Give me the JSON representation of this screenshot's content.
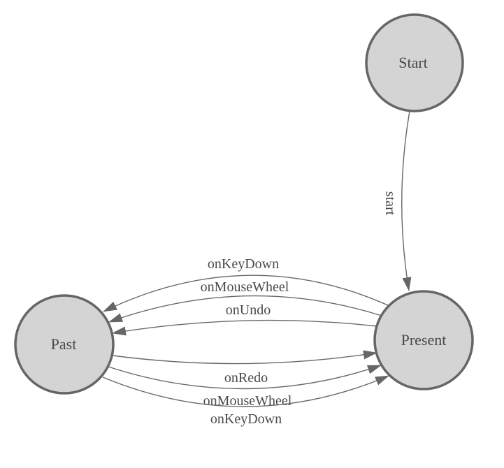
{
  "diagram": {
    "kind": "state-machine-diagram",
    "colors": {
      "background": "#ffffff",
      "node_fill": "#d4d4d4",
      "node_border": "#666666",
      "edge_stroke": "#686868",
      "arrowhead_fill": "#666666",
      "label_text": "#4a4a4e"
    },
    "nodes": [
      {
        "id": "start",
        "label": "Start"
      },
      {
        "id": "present",
        "label": "Present"
      },
      {
        "id": "past",
        "label": "Past"
      }
    ],
    "edges": [
      {
        "from": "start",
        "to": "present",
        "label": "start"
      },
      {
        "from": "present",
        "to": "past",
        "label": "onKeyDown"
      },
      {
        "from": "present",
        "to": "past",
        "label": "onMouseWheel"
      },
      {
        "from": "present",
        "to": "past",
        "label": "onUndo"
      },
      {
        "from": "past",
        "to": "present",
        "label": "onRedo"
      },
      {
        "from": "past",
        "to": "present",
        "label": "onMouseWheel"
      },
      {
        "from": "past",
        "to": "present",
        "label": "onKeyDown"
      }
    ]
  }
}
